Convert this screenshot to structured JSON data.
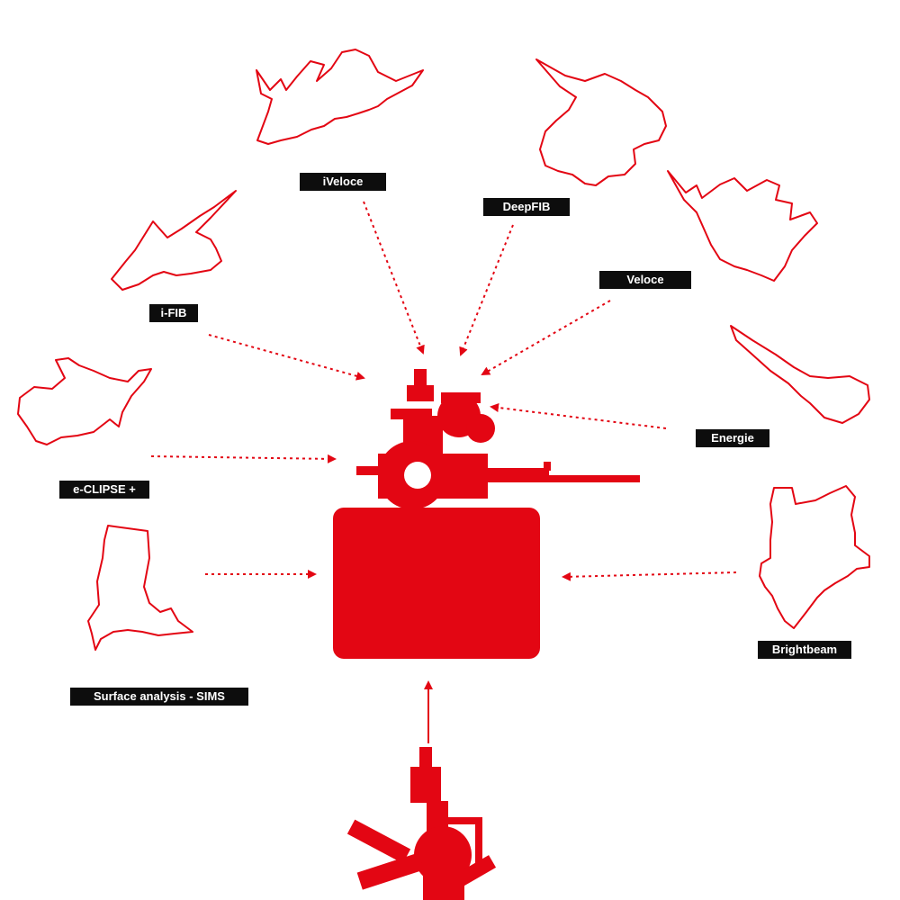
{
  "colors": {
    "accent": "#e30613",
    "label_bg": "#0d0d0d",
    "label_text": "#ffffff",
    "background": "#ffffff"
  },
  "modules": [
    {
      "id": "iveloce",
      "label": "iVeloce"
    },
    {
      "id": "deepfib",
      "label": "DeepFIB"
    },
    {
      "id": "veloce",
      "label": "Veloce"
    },
    {
      "id": "ifib",
      "label": "i-FIB"
    },
    {
      "id": "energie",
      "label": "Energie"
    },
    {
      "id": "eclipse",
      "label": "e-CLIPSE +"
    },
    {
      "id": "brightbeam",
      "label": "Brightbeam"
    },
    {
      "id": "sims",
      "label": "Surface analysis - SIMS"
    }
  ]
}
